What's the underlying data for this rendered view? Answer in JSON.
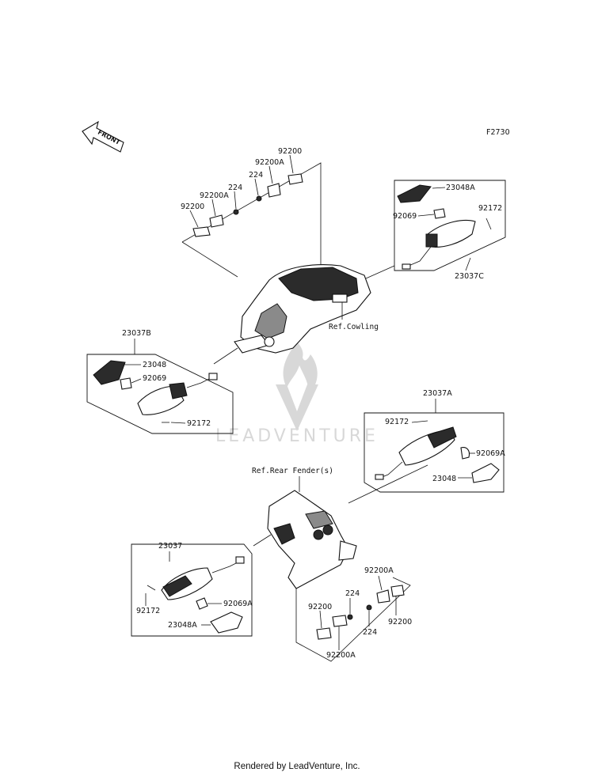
{
  "diagram_code": "F2730",
  "front_label": "FRONT",
  "watermark_text": "LEADVENTURE",
  "footer": "Rendered by LeadVenture, Inc.",
  "refs": {
    "cowling": "Ref.Cowling",
    "rear_fender": "Ref.Rear Fender(s)"
  },
  "labels": {
    "front_left_assembly": "23037B",
    "front_left_lens": "23048",
    "front_left_bulb": "92069",
    "front_left_screw": "92172",
    "front_right_assembly": "23037C",
    "front_right_lens": "23048A",
    "front_right_bulb": "92069",
    "front_right_screw": "92172",
    "front_bracket_a": "92200",
    "front_bracket_b": "92200A",
    "front_nut_a": "224",
    "front_nut_b": "224",
    "front_bracket_c": "92200A",
    "front_bracket_d": "92200",
    "rear_right_assembly": "23037A",
    "rear_right_screw": "92172",
    "rear_right_bulb": "92069A",
    "rear_right_lens": "23048",
    "rear_left_assembly": "23037",
    "rear_left_screw": "92172",
    "rear_left_bulb": "92069A",
    "rear_left_lens": "23048A",
    "rear_bracket_a": "92200",
    "rear_nut_a": "224",
    "rear_bracket_b": "92200A",
    "rear_bracket_c": "92200A",
    "rear_nut_b": "224",
    "rear_bracket_d": "92200"
  },
  "colors": {
    "ink": "#111111",
    "watermark": "#d8d8d8",
    "fill_dark": "#2b2b2b"
  }
}
